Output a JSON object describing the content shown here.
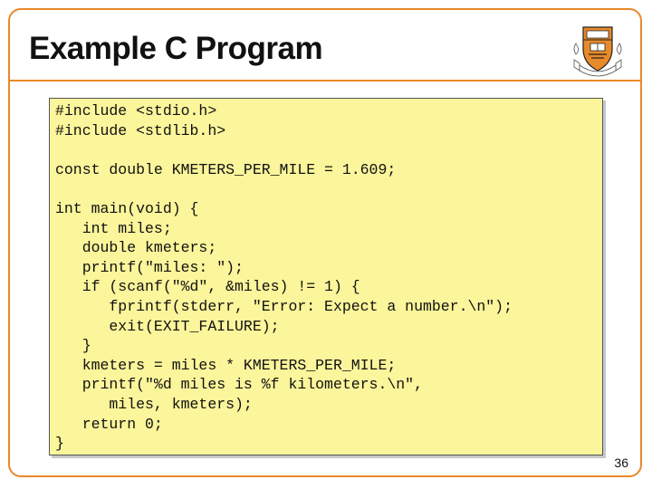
{
  "slide": {
    "title": "Example C Program",
    "page_number": "36",
    "accent_color": "#e8892a",
    "code_background": "#fbf59b",
    "logo": "princeton-shield-icon"
  },
  "code_lines": [
    "#include <stdio.h>",
    "#include <stdlib.h>",
    "",
    "const double KMETERS_PER_MILE = 1.609;",
    "",
    "int main(void) {",
    "   int miles;",
    "   double kmeters;",
    "   printf(\"miles: \");",
    "   if (scanf(\"%d\", &miles) != 1) {",
    "      fprintf(stderr, \"Error: Expect a number.\\n\");",
    "      exit(EXIT_FAILURE);",
    "   }",
    "   kmeters = miles * KMETERS_PER_MILE;",
    "   printf(\"%d miles is %f kilometers.\\n\",",
    "      miles, kmeters);",
    "   return 0;",
    "}"
  ]
}
